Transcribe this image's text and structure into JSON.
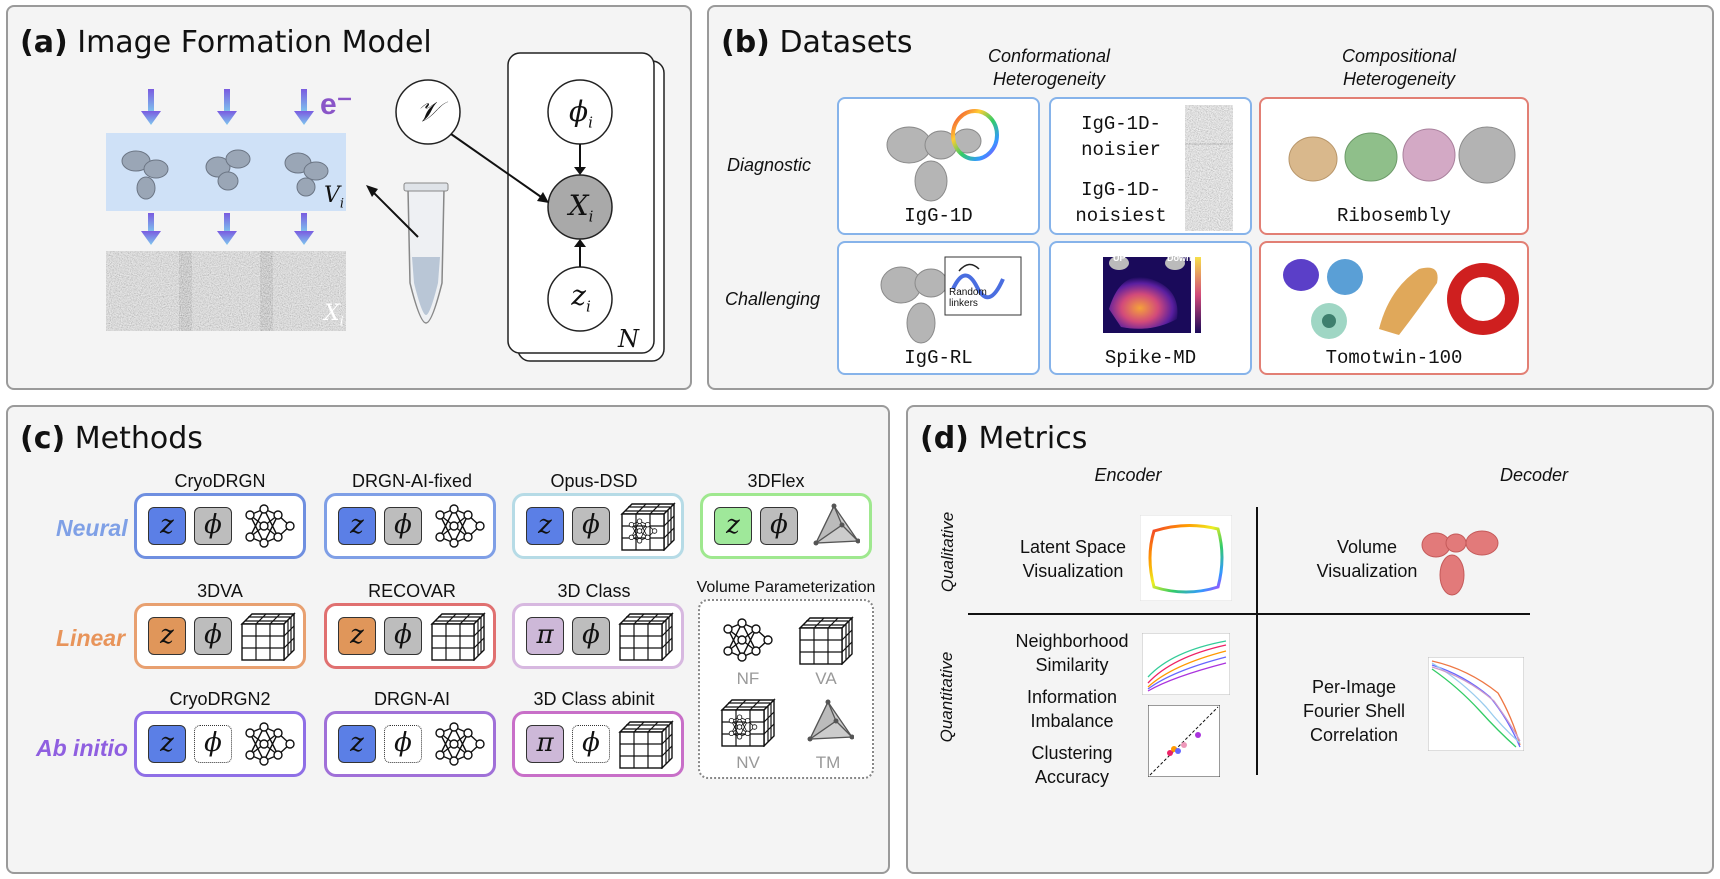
{
  "panel_a": {
    "title_letter": "(a)",
    "title_text": "Image Formation Model",
    "electron": "e⁻",
    "volume_label": "V",
    "volume_sub": "i",
    "image_label": "X",
    "image_sub": "i",
    "node_volume": "𝒱",
    "node_phi": "ϕ",
    "node_phi_sub": "i",
    "node_x": "X",
    "node_x_sub": "i",
    "node_z": "z",
    "node_z_sub": "i",
    "plate_label": "N"
  },
  "panel_b": {
    "title_letter": "(b)",
    "title_text": "Datasets",
    "col_conformational_1": "Conformational",
    "col_conformational_2": "Heterogeneity",
    "col_compositional_1": "Compositional",
    "col_compositional_2": "Heterogeneity",
    "row_diagnostic": "Diagnostic",
    "row_challenging": "Challenging",
    "igg_1d": "IgG-1D",
    "noisier_1": "IgG-1D-",
    "noisier_2": "noisier",
    "noisiest_1": "IgG-1D-",
    "noisiest_2": "noisiest",
    "ribosembly": "Ribosembly",
    "igg_rl": "IgG-RL",
    "random_linkers_1": "Random",
    "random_linkers_2": "linkers",
    "spike_md": "Spike-MD",
    "spike_up": "UP",
    "spike_down": "Down",
    "tomotwin": "Tomotwin-100"
  },
  "panel_c": {
    "title_letter": "(c)",
    "title_text": "Methods",
    "row_neural": "Neural",
    "row_linear": "Linear",
    "row_abinitio": "Ab initio",
    "methods": {
      "cryodrgn": "CryoDRGN",
      "drgn_ai_fixed": "DRGN-AI-fixed",
      "opus_dsd": "Opus-DSD",
      "flex3d": "3DFlex",
      "dva3": "3DVA",
      "recovar": "RECOVAR",
      "class3d": "3D Class",
      "cryodrgn2": "CryoDRGN2",
      "drgn_ai": "DRGN-AI",
      "class3d_abinit": "3D Class abinit"
    },
    "tok_z": "z",
    "tok_phi": "ϕ",
    "tok_pi": "π",
    "volparam_title": "Volume Parameterization",
    "vp_nf": "NF",
    "vp_va": "VA",
    "vp_nv": "NV",
    "vp_tm": "TM",
    "colors": {
      "neural": "#6f8fe0",
      "linear": "#e8945a",
      "abinitio": "#8f5fe0",
      "z_blue": "#5b7fe6",
      "z_orange": "#e0965a",
      "z_green": "#9fe89a",
      "pi_purple": "#cdb8d8",
      "phi_gray": "#bdbdbd"
    }
  },
  "panel_d": {
    "title_letter": "(d)",
    "title_text": "Metrics",
    "col_encoder": "Encoder",
    "col_decoder": "Decoder",
    "row_qualitative": "Qualitative",
    "row_quantitative": "Quantitative",
    "latent_1": "Latent Space",
    "latent_2": "Visualization",
    "volume_1": "Volume",
    "volume_2": "Visualization",
    "neigh_1": "Neighborhood",
    "neigh_2": "Similarity",
    "info_1": "Information",
    "info_2": "Imbalance",
    "clust_1": "Clustering",
    "clust_2": "Accuracy",
    "fsc_1": "Per-Image",
    "fsc_2": "Fourier Shell",
    "fsc_3": "Correlation"
  }
}
